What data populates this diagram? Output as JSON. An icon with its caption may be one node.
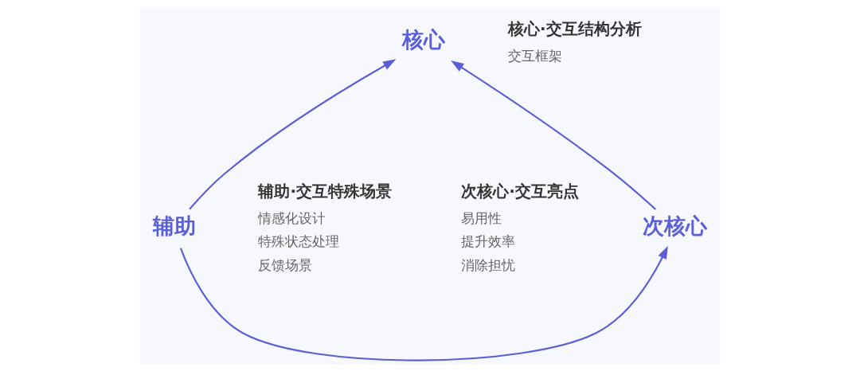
{
  "diagram": {
    "nodes": [
      {
        "text": [
          "核心"
        ],
        "beside": [
          "核心·交互结构分析",
          "交互框架"
        ]
      },
      {
        "text": [
          "次核心"
        ],
        "beside": [
          "次核心·交互亮点",
          "易用性",
          "提升效率",
          "消除担忧"
        ]
      },
      {
        "text": [
          "辅助"
        ],
        "beside": [
          "辅助·交互特殊场景",
          "情感化设计",
          "特殊状态处理",
          "反馈场景"
        ]
      }
    ],
    "edges": [
      {
        "from": 1,
        "to": 0,
        "arrow": "to"
      },
      {
        "from": 2,
        "to": 0,
        "arrow": "to"
      },
      {
        "from": 2,
        "to": 1,
        "arrow": "to"
      }
    ]
  }
}
